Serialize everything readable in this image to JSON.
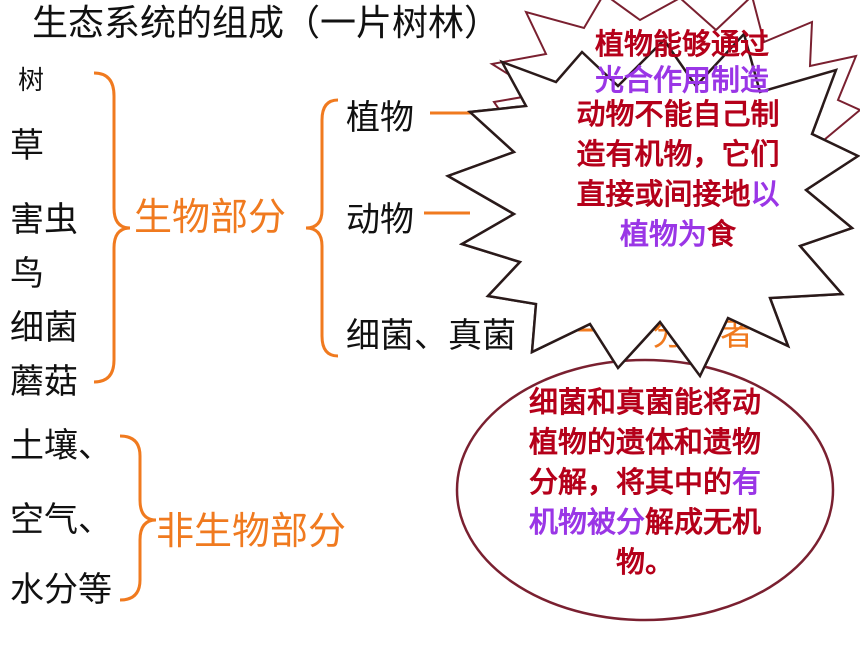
{
  "title": "生态系统的组成（一片树林）",
  "organisms": [
    "树",
    "草",
    "害虫",
    "鸟",
    "细菌",
    "蘑菇"
  ],
  "abiotic": [
    "土壤、",
    "空气、",
    "水分等"
  ],
  "biotic_label": "生物部分",
  "abiotic_label": "非生物部分",
  "groups": {
    "plants": "植物",
    "animals": "动物",
    "microbes": "细菌、真菌"
  },
  "roles": {
    "decomposer": "分解者"
  },
  "bubbles": {
    "plant_note": {
      "pre": "植物能够通过",
      "highlight": "光合作用制造"
    },
    "animal_note": {
      "text": "动物不能自己制造有机物，它们直接或间接地",
      "highlight": "以植物为",
      "post": "食"
    },
    "microbe_note": {
      "text": "细菌和真菌能将动植物的遗体和遗物分解，将其中的",
      "highlight": "有机物被分",
      "post": "解成无机物。"
    }
  },
  "colors": {
    "accent_orange": "#f07a1f",
    "bracket": "#f07a1f",
    "bubble_text": "#b5001a",
    "highlight": "#9a36e6",
    "bubble_border": "#7a2030"
  }
}
